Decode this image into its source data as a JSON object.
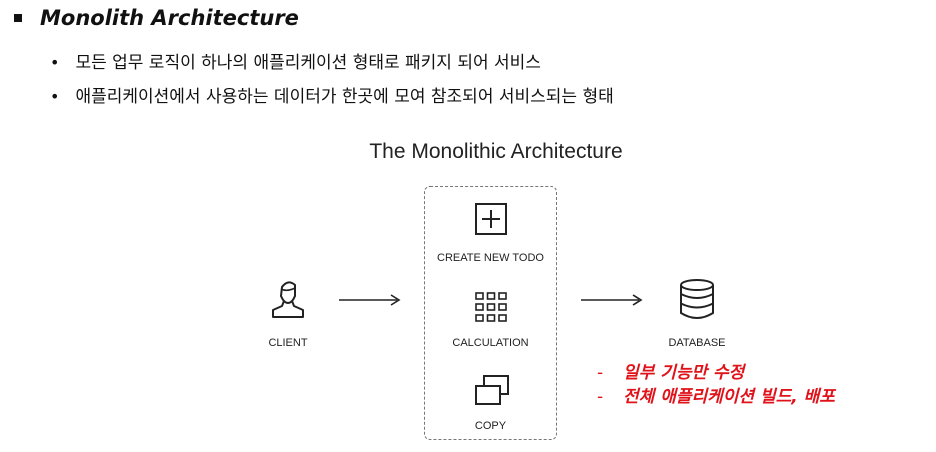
{
  "heading": "Monolith Architecture",
  "bullets": [
    "모든 업무 로직이 하나의 애플리케이션 형태로 패키지 되어 서비스",
    "애플리케이션에서 사용하는 데이터가 한곳에 모여 참조되어 서비스되는 형태"
  ],
  "diagram": {
    "title": "The Monolithic Architecture",
    "client_label": "CLIENT",
    "modules": [
      "CREATE NEW TODO",
      "CALCULATION",
      "COPY"
    ],
    "database_label": "DATABASE",
    "icons": {
      "client": "person-icon",
      "create": "plus-box-icon",
      "calculation": "grid-icon",
      "copy": "copy-icon",
      "database": "database-icon",
      "arrow": "arrow-right-icon"
    }
  },
  "notes": [
    "일부 기능만 수정",
    "전체 애플리케이션 빌드, 배포"
  ],
  "colors": {
    "note": "#e0131a",
    "text": "#111111",
    "dashed_border": "#777777"
  }
}
